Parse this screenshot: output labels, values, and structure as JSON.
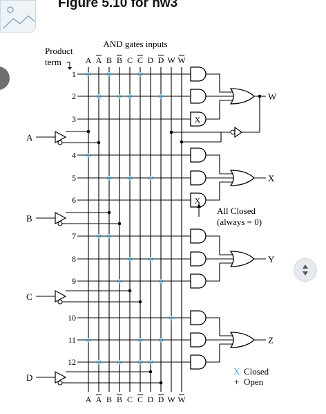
{
  "page": {
    "title": "Figure 5.10 for hw3"
  },
  "diagram": {
    "header": "AND gates inputs",
    "product_label_line1": "Product",
    "product_label_line2": "term",
    "columns": [
      "A",
      "A̅",
      "B",
      "B̅",
      "C",
      "C̅",
      "D",
      "D̅",
      "W",
      "W̅"
    ],
    "inputs": [
      "A",
      "B",
      "C",
      "D"
    ],
    "outputs": [
      "W",
      "X",
      "Y",
      "Z"
    ],
    "terms": [
      {
        "label": "1",
        "closed": [
          0,
          2,
          5
        ]
      },
      {
        "label": "2",
        "closed": [
          1,
          3,
          4,
          7
        ]
      },
      {
        "label": "3",
        "closed": []
      },
      {
        "label": "4",
        "closed": [
          0
        ]
      },
      {
        "label": "5",
        "closed": [
          2,
          4,
          6
        ]
      },
      {
        "label": "6",
        "closed": []
      },
      {
        "label": "7",
        "closed": [
          1,
          2
        ]
      },
      {
        "label": "8",
        "closed": [
          4,
          6
        ]
      },
      {
        "label": "9",
        "closed": [
          3,
          7
        ]
      },
      {
        "label": "10",
        "closed": [
          8
        ]
      },
      {
        "label": "11",
        "closed": [
          0,
          5,
          7
        ]
      },
      {
        "label": "12",
        "closed": [
          1,
          3,
          5,
          6
        ]
      }
    ],
    "x_gates": [
      "X",
      "X"
    ],
    "note_line1": "All Closed",
    "note_line2": "(always = 0)",
    "legend": {
      "closed_symbol": "X",
      "closed_label": "Closed",
      "open_symbol": "+",
      "open_label": "Open"
    },
    "colors": {
      "closed": "#3fa7d6",
      "line": "#000000"
    }
  },
  "ui": {
    "thumbnail_icon": "image-icon",
    "scroll_icon": "up-down-arrows-icon"
  }
}
